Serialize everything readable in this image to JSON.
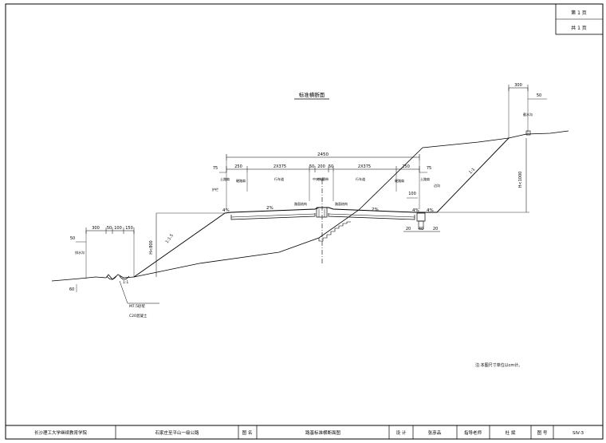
{
  "page_box": {
    "page_label": "第 1 页",
    "total_label": "共 1 页"
  },
  "section_title": "标准横断面",
  "dims": {
    "total_width": "2450",
    "d250_left": "250",
    "d2x375_left": "2X375",
    "d50_left": "50",
    "d200": "200",
    "d50_right": "50",
    "d2x375_right": "2X375",
    "d250_right": "250",
    "d75_left": "75",
    "d75_right": "75",
    "d300_top": "300",
    "d50_top": "50",
    "d300_left": "300",
    "d50_left2": "50",
    "d100_left": "100",
    "d150_left": "150",
    "d50_vert": "50",
    "d100_right": "100",
    "d20_a": "20",
    "d40": "40",
    "d20_b": "20",
    "h1000": "H<1000",
    "h800": "H<800",
    "d60": "60"
  },
  "slopes": {
    "left_shoulder": "4%",
    "left_lane": "2%",
    "right_lane": "2%",
    "right_shoulder": "4%",
    "right_outer": "4%",
    "fill_slope": "1:1.5",
    "cut_slope": "1:1",
    "ditch_slope": "1:1"
  },
  "labels": {
    "guardrail": "护栏",
    "hard_shoulder_l": "硬路肩",
    "soil_shoulder_l": "土路肩",
    "travel_lane_l": "行车道",
    "central_divider": "中央分隔带",
    "travel_lane_r": "行车道",
    "hard_shoulder_r": "硬路肩",
    "soil_shoulder_r": "土路肩",
    "ditch_r": "边沟",
    "pavement_l": "路面结构",
    "pavement_r": "路面结构",
    "centerline": "中线",
    "intercept_top": "截水沟",
    "drain_left": "排水沟",
    "m75_mortar": "M7.5砂浆",
    "c20_concrete": "C20混凝土",
    "note": "注:本图尺寸单位以cm计。"
  },
  "title_block": {
    "school": "长沙理工大学继续教育学院",
    "project": "石家庄至平山一级公路",
    "drawing_name_label": "图 名",
    "drawing_name": "路基标准横断面图",
    "designer_label": "设 计",
    "designer": "张彦品",
    "advisor_label": "指导老师",
    "advisor": "杜 斌",
    "drawing_no_label": "图 号",
    "drawing_no": "SIV-3"
  }
}
